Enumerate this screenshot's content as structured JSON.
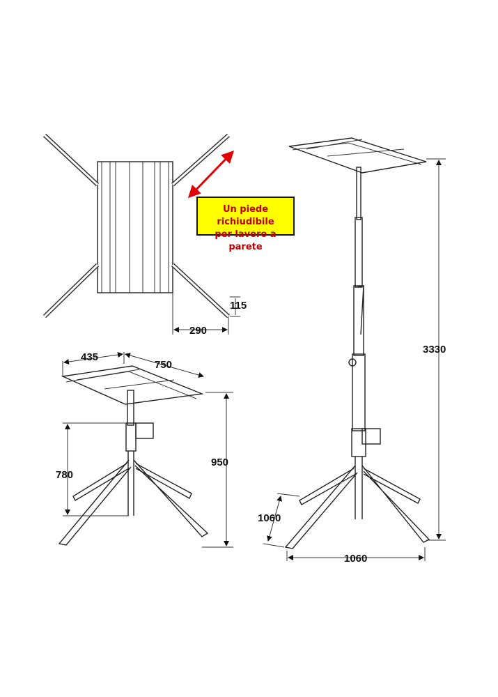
{
  "callout": {
    "line1": "Un piede richiudibile",
    "line2": "per lavoro a parete"
  },
  "dimensions": {
    "top_view_offset_small": "115",
    "top_view_offset": "290",
    "tray_depth": "435",
    "tray_width": "750",
    "min_height": "950",
    "pole_min": "780",
    "max_height": "3330",
    "leg_span_diag": "1060",
    "leg_span": "1060"
  },
  "colors": {
    "callout_bg": "#ffff00",
    "callout_text": "#c00000",
    "arrow": "#e00000"
  }
}
